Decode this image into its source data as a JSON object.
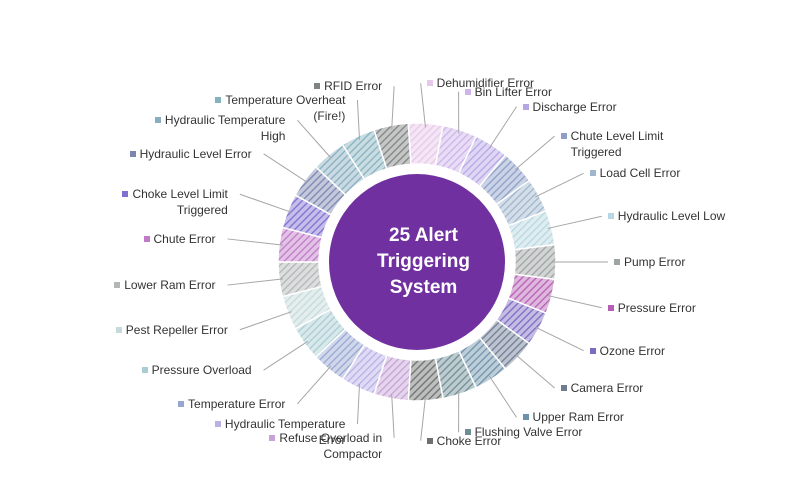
{
  "chart_data": {
    "type": "pie",
    "variant": "doughnut",
    "title": "25 Alert\nTriggering\nSystem",
    "hole_color": "#7030a0",
    "segment_pattern": "diagonal-hatch",
    "categories": [
      "Dehumidifier Error",
      "Bin Lifter Error",
      "Discharge Error",
      "Chute Level Limit\nTriggered",
      "Load Cell Error",
      "Hydraulic Level Low",
      "Pump Error",
      "Pressure Error",
      "Ozone Error",
      "Camera Error",
      "Upper Ram Error",
      "Flushing Valve Error",
      "Choke Error",
      "Refuse Overload in\nCompactor",
      "Hydraulic Temperature\nError",
      "Temperature Error",
      "Pressure Overload",
      "Pest Repeller Error",
      "Lower Ram Error",
      "Chute Error",
      "Choke Level Limit\nTriggered",
      "Hydraulic Level Error",
      "Hydraulic Temperature\nHigh",
      "Temperature Overheat\n(Fire!)",
      "RFID Error"
    ],
    "values": [
      1,
      1,
      1,
      1,
      1,
      1,
      1,
      1,
      1,
      1,
      1,
      1,
      1,
      1,
      1,
      1,
      1,
      1,
      1,
      1,
      1,
      1,
      1,
      1,
      1
    ],
    "colors": [
      "#e6c9ea",
      "#cdb4ea",
      "#b7a6e6",
      "#8d9fc8",
      "#9fb6cc",
      "#b8d7e1",
      "#9ea3a3",
      "#b75fb5",
      "#7c6bc2",
      "#6e7d94",
      "#6f92ac",
      "#6e8e96",
      "#6d7070",
      "#c6a2d6",
      "#b8b0e6",
      "#98a7d2",
      "#a9cdd4",
      "#c5dada",
      "#b2b6b6",
      "#c07ac8",
      "#7e6fd0",
      "#7c86b0",
      "#88aec0",
      "#86b2bf",
      "#7f8483"
    ],
    "legend": "none",
    "data_labels": "outside-with-leader-lines"
  }
}
